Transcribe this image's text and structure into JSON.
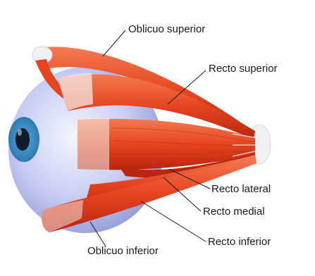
{
  "labels": {
    "oblicuo_superior": "Oblicuo superior",
    "recto_superior": "Recto superior",
    "recto_lateral": "Recto lateral",
    "recto_medial": "Recto medial",
    "recto_inferior": "Recto inferior",
    "oblicuo_inferior": "Oblicuo inferior"
  },
  "colors": {
    "muscle": "#e5441f",
    "muscle_dark": "#b8260e",
    "muscle_light": "#f47a52",
    "sclera": "#c9cff4",
    "iris": "#2e7bb4",
    "pupil": "#0d1b2a",
    "tendon": "#f1f1f4"
  }
}
